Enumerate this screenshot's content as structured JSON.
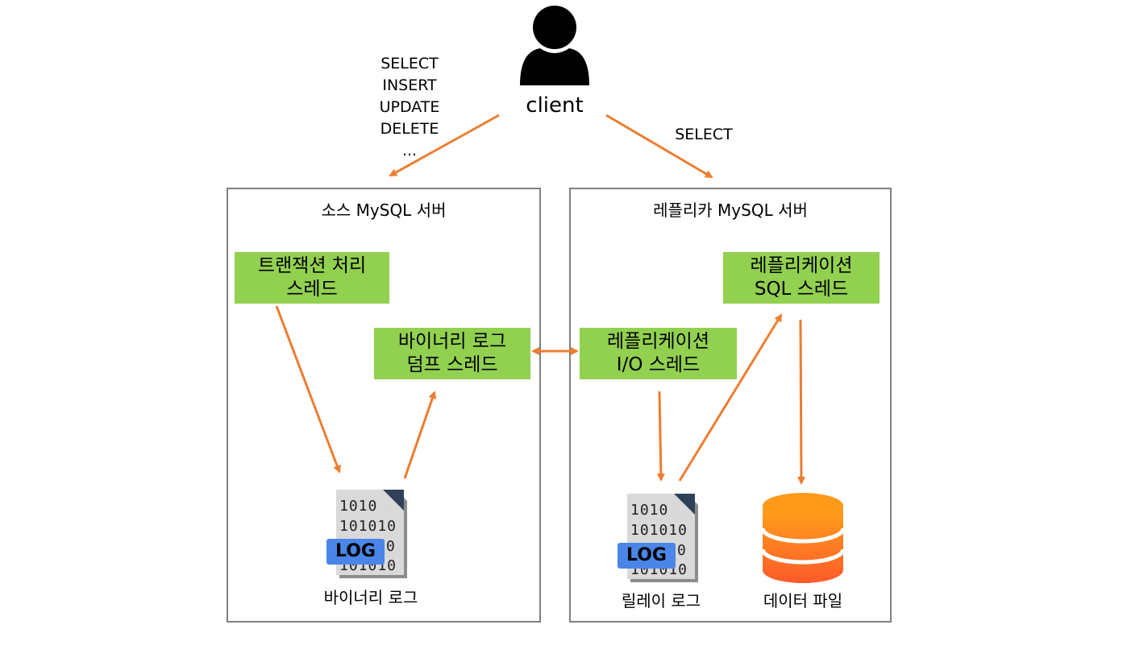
{
  "client": {
    "label": "client"
  },
  "queries": {
    "write": [
      "SELECT",
      "INSERT",
      "UPDATE",
      "DELETE",
      "..."
    ],
    "read": "SELECT"
  },
  "source_server": {
    "title": "소스 MySQL 서버",
    "transaction_thread": [
      "트랜잭션 처리",
      "스레드"
    ],
    "dump_thread": [
      "바이너리 로그",
      "덤프 스레드"
    ],
    "log_badge": "LOG",
    "log_digits": [
      "1010",
      "101010",
      "0",
      "101010"
    ],
    "log_caption": "바이너리 로그"
  },
  "replica_server": {
    "title": "레플리카 MySQL 서버",
    "sql_thread": [
      "레플리케이션",
      "SQL 스레드"
    ],
    "io_thread": [
      "레플리케이션",
      "I/O 스레드"
    ],
    "log_badge": "LOG",
    "log_digits": [
      "1010",
      "101010",
      "0",
      "101010"
    ],
    "log_caption": "릴레이 로그",
    "data_caption": "데이터 파일"
  },
  "colors": {
    "arrow": "#ed7d31",
    "thread_box": "#92d050",
    "server_border": "#808080",
    "log_badge": "#4a86e8",
    "database": "#ff8c1a"
  }
}
